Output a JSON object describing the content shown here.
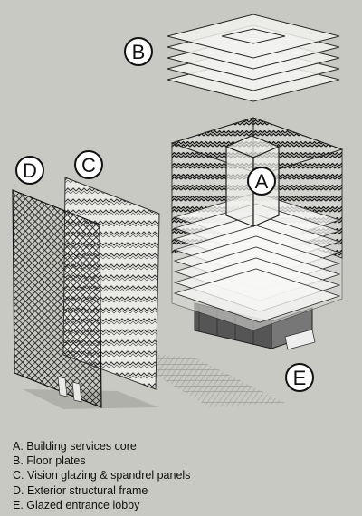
{
  "callouts": {
    "A": "A",
    "B": "B",
    "C": "C",
    "D": "D",
    "E": "E"
  },
  "legend": [
    "A. Building services core",
    "B. Floor plates",
    "C. Vision glazing & spandrel panels",
    "D. Exterior structural frame",
    "E. Glazed entrance lobby"
  ],
  "colors": {
    "background": "#c9c9c4",
    "line": "#222222",
    "frame": "#1a1a1a",
    "glass": "#f4f4f4",
    "shadow": "#8e8e8a"
  }
}
